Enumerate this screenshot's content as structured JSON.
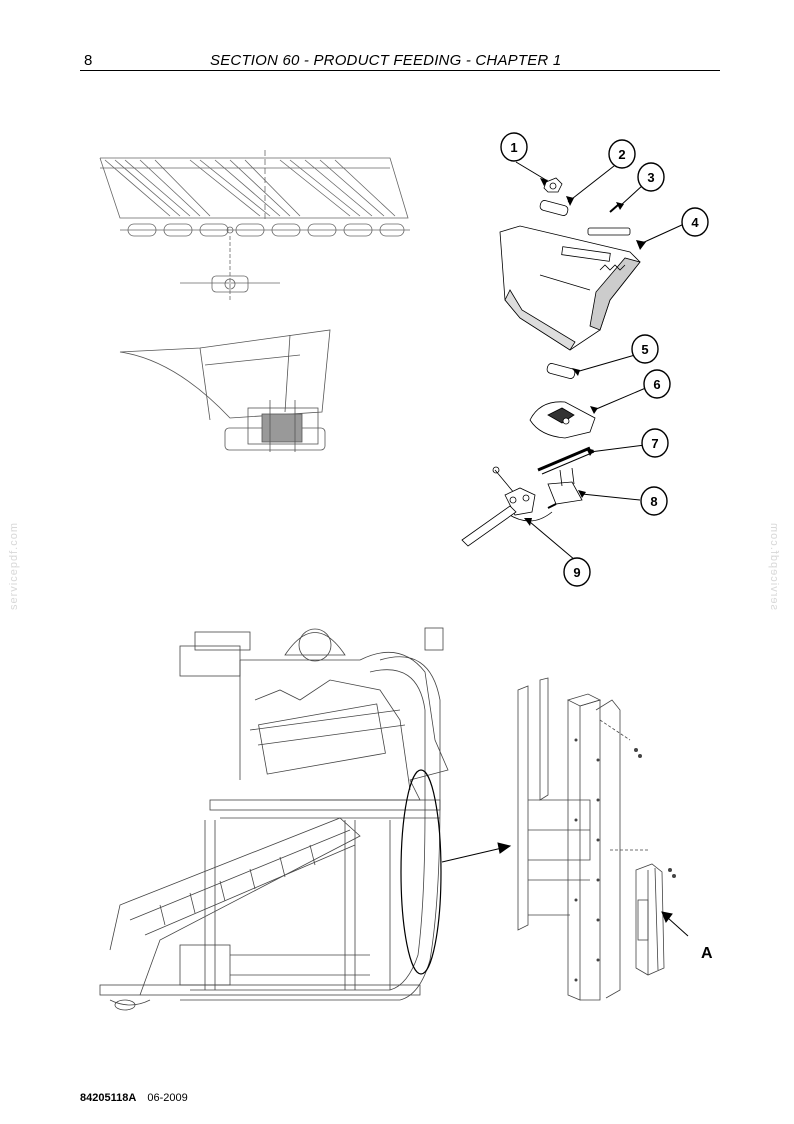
{
  "header": {
    "page_number": "8",
    "section_title": "SECTION 60 - PRODUCT FEEDING - CHAPTER 1"
  },
  "footer": {
    "doc_code": "84205118A",
    "date": "06-2009"
  },
  "watermark": {
    "text": "servicepdf.com"
  },
  "figure_exploded": {
    "callouts": [
      "1",
      "2",
      "3",
      "4",
      "5",
      "6",
      "7",
      "8",
      "9"
    ]
  },
  "figure_elevator": {
    "detail_label": "A"
  }
}
